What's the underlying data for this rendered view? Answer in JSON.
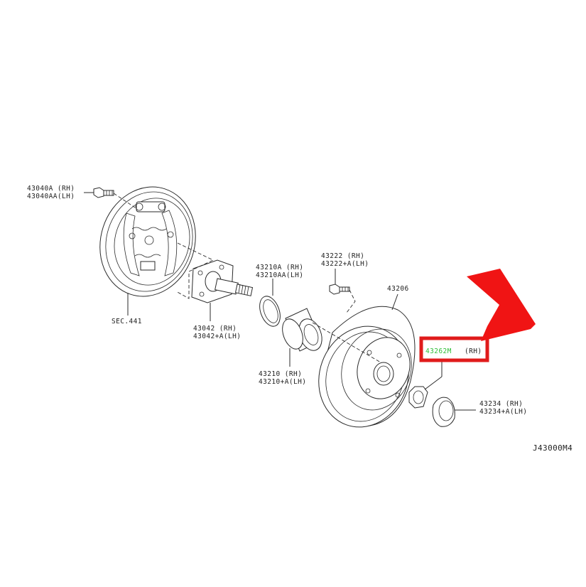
{
  "diagram": {
    "drawing_code": "J43000M4",
    "colors": {
      "highlight_box": "#e01b1b",
      "arrow": "#f01414",
      "highlight_text": "#2fbf3a",
      "line": "#2a2a2a"
    },
    "labels": {
      "p43040_rh": "43040A  (RH)",
      "p43040_lh": "43040AA(LH)",
      "sec441": "SEC.441",
      "p43042_rh": "43042   (RH)",
      "p43042_lh": "43042+A(LH)",
      "p43210a_rh": "43210A  (RH)",
      "p43210a_lh": "43210AA(LH)",
      "p43210_rh": "43210   (RH)",
      "p43210_lh": "43210+A(LH)",
      "p43222_rh": "43222   (RH)",
      "p43222_lh": "43222+A(LH)",
      "p43206": "43206",
      "p43262_part": "43262M",
      "p43262_side": "(RH)",
      "p43234_rh": "43234   (RH)",
      "p43234_lh": "43234+A(LH)"
    }
  }
}
